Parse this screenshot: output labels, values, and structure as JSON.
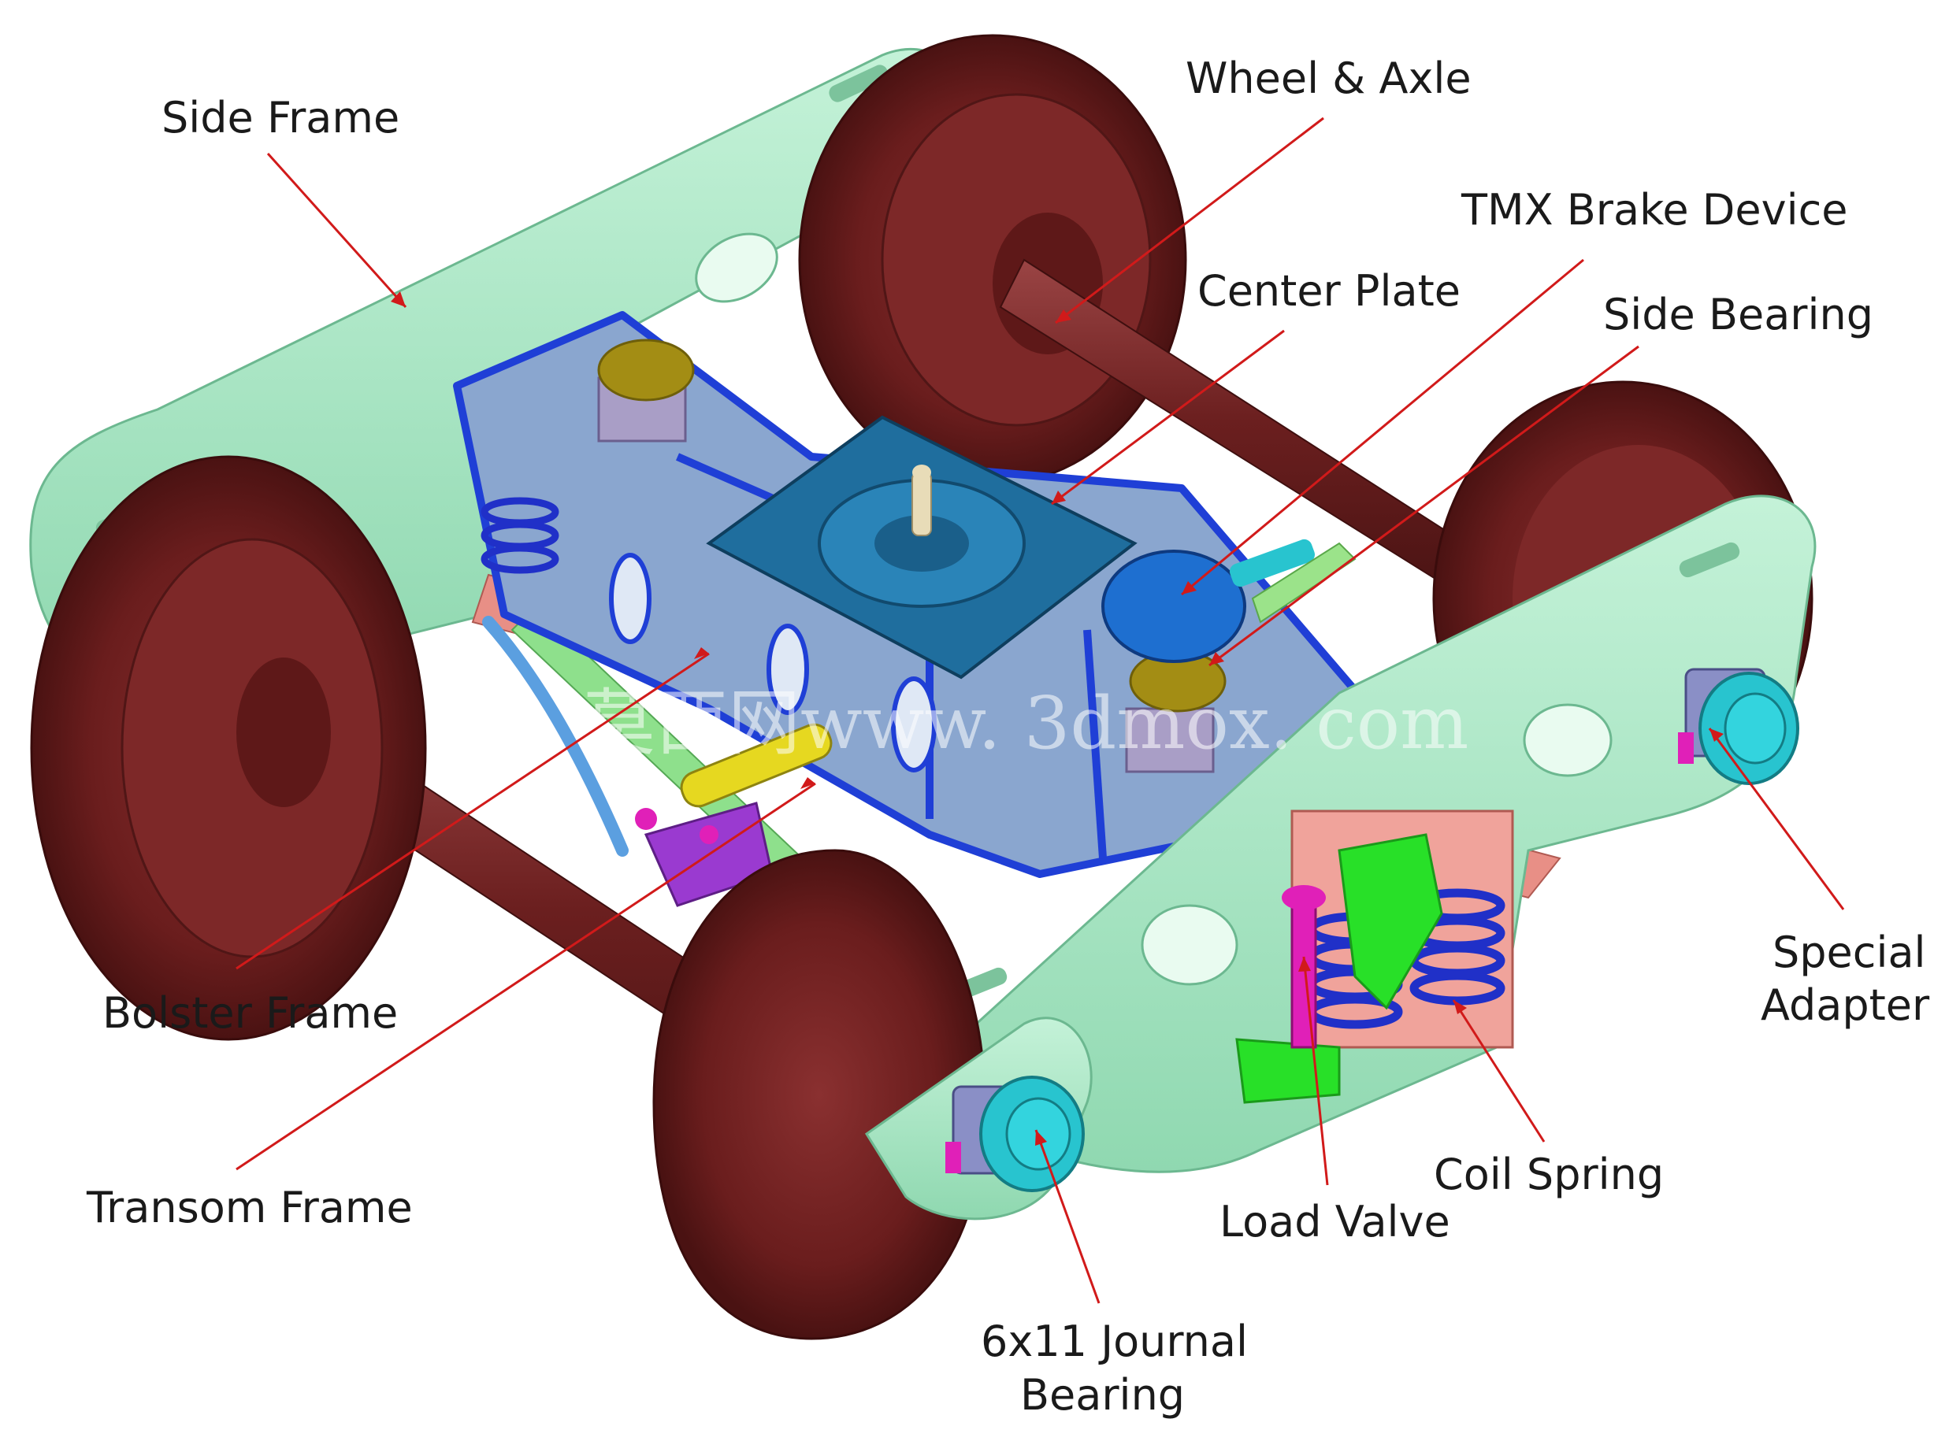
{
  "diagram": {
    "labels": {
      "side_frame": "Side Frame",
      "wheel_axle": "Wheel & Axle",
      "tmx_brake": "TMX Brake Device",
      "center_plate": "Center Plate",
      "side_bearing": "Side Bearing",
      "bolster_frame": "Bolster Frame",
      "transom_frame": "Transom Frame",
      "special_adapter_1": "Special",
      "special_adapter_2": "Adapter",
      "coil_spring": "Coil Spring",
      "load_valve": "Load Valve",
      "journal_bearing_1": "6x11 Journal",
      "journal_bearing_2": "Bearing"
    },
    "watermark": "莫西网www. 3dmox. com",
    "colors": {
      "side_frame": "#9fe3bf",
      "wheel": "#7a2424",
      "axle": "#6e2020",
      "bolster": "#1f3fd6",
      "bolster_face": "#8aa6cf",
      "center_plate": "#1f6e9e",
      "adapter": "#28c4cf",
      "brake": "#1e6fd0",
      "spring": "#2030c8",
      "valve": "#e020b8",
      "bracket": "#28e028",
      "transom": "#e88f86",
      "side_bearing": "#a38d14",
      "leader": "#d11a1a"
    }
  }
}
